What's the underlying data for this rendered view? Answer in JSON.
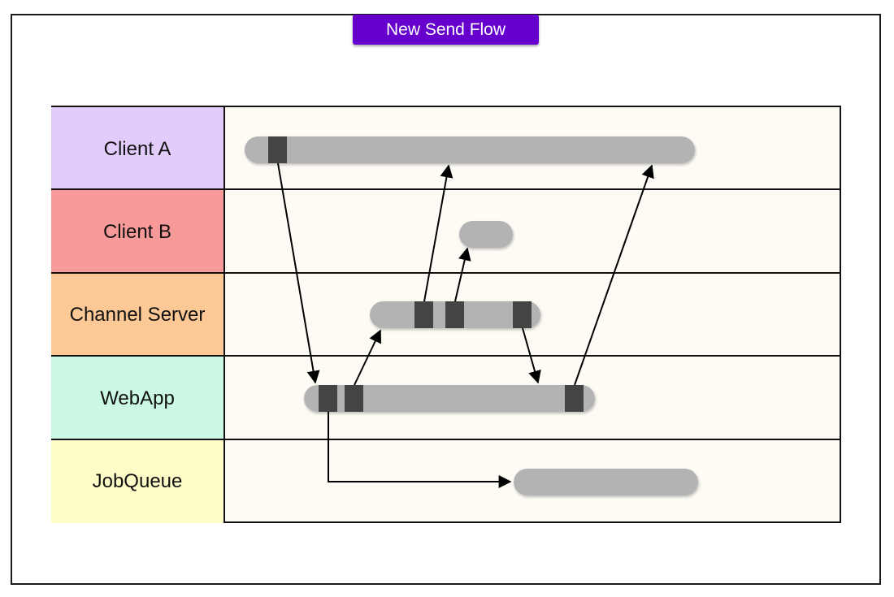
{
  "title": "New Send Flow",
  "colors": {
    "title_bg": "#6600cc",
    "lane_bg": "#fdfbf4",
    "bar": "#b3b3b3",
    "block": "#444444",
    "arrow": "#000000"
  },
  "lanes": [
    {
      "label": "Client A",
      "color": "#e2ccfb"
    },
    {
      "label": "Client B",
      "color": "#f99a9a"
    },
    {
      "label": "Channel Server",
      "color": "#fcc996"
    },
    {
      "label": "WebApp",
      "color": "#cbf9e5"
    },
    {
      "label": "JobQueue",
      "color": "#fefdc8"
    }
  ]
}
